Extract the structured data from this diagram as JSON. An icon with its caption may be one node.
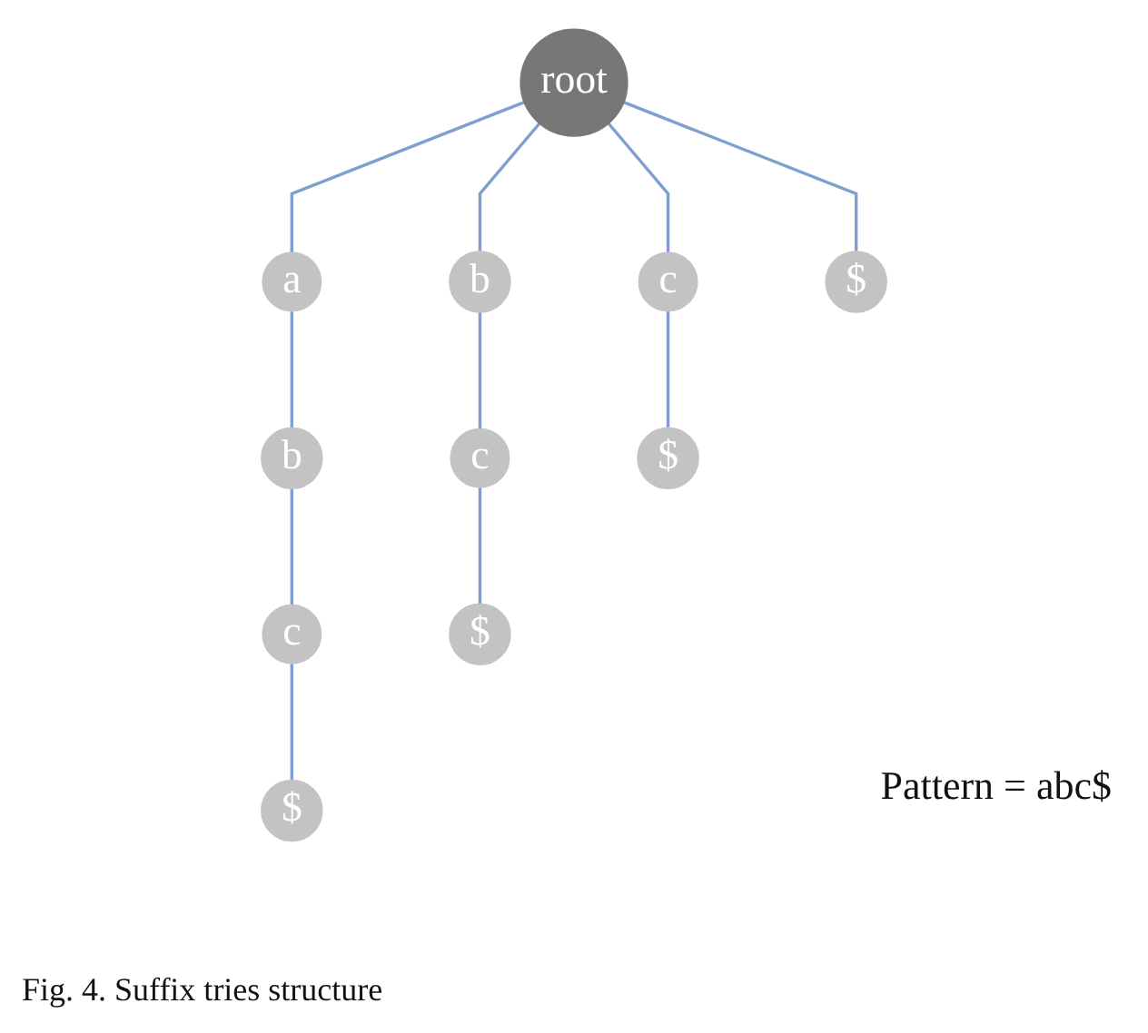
{
  "diagram": {
    "caption": "Fig. 4. Suffix tries structure",
    "nodes": [
      {
        "text": [
          "root"
        ]
      },
      {
        "text": [
          "a"
        ]
      },
      {
        "text": [
          "b"
        ]
      },
      {
        "text": [
          "c"
        ]
      },
      {
        "text": [
          "$"
        ]
      },
      {
        "text": [
          "b"
        ]
      },
      {
        "text": [
          "c"
        ]
      },
      {
        "text": [
          "$"
        ]
      },
      {
        "text": [
          "c"
        ]
      },
      {
        "text": [
          "$"
        ]
      },
      {
        "text": [
          "$"
        ]
      }
    ],
    "edges": [
      {
        "from": 0,
        "to": 1,
        "arrow": "none"
      },
      {
        "from": 0,
        "to": 2,
        "arrow": "none"
      },
      {
        "from": 0,
        "to": 3,
        "arrow": "none"
      },
      {
        "from": 0,
        "to": 4,
        "arrow": "none"
      },
      {
        "from": 1,
        "to": 5,
        "arrow": "none"
      },
      {
        "from": 2,
        "to": 6,
        "arrow": "none"
      },
      {
        "from": 3,
        "to": 7,
        "arrow": "none"
      },
      {
        "from": 5,
        "to": 8,
        "arrow": "none"
      },
      {
        "from": 6,
        "to": 9,
        "arrow": "none"
      },
      {
        "from": 8,
        "to": 10,
        "arrow": "none"
      }
    ],
    "labels": [
      "Pattern = abc$"
    ]
  }
}
